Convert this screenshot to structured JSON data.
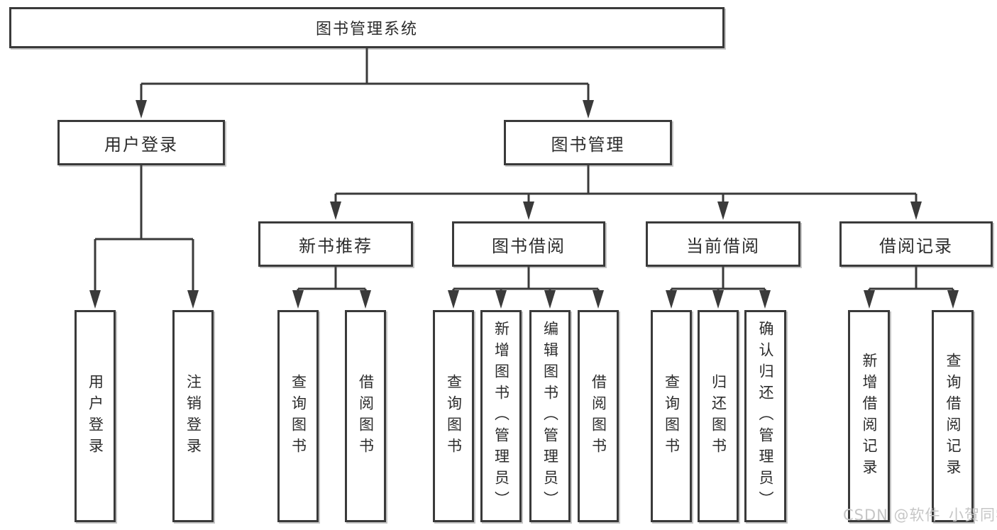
{
  "colors": {
    "box_border": "#3a3a3a",
    "connector": "#3a3a3a",
    "text": "#2c2c2c",
    "watermark": "#c6c6c6",
    "background": "#ffffff"
  },
  "tree": {
    "root": {
      "label": "图书管理系统"
    },
    "branches": [
      {
        "label": "用户登录",
        "children": [
          {
            "label": "用户登录"
          },
          {
            "label": "注销登录"
          }
        ]
      },
      {
        "label": "图书管理",
        "children": [
          {
            "label": "新书推荐",
            "children": [
              {
                "label": "查询图书"
              },
              {
                "label": "借阅图书"
              }
            ]
          },
          {
            "label": "图书借阅",
            "children": [
              {
                "label": "查询图书"
              },
              {
                "label": "新增图书（管理员）"
              },
              {
                "label": "编辑图书（管理员）"
              },
              {
                "label": "借阅图书"
              }
            ]
          },
          {
            "label": "当前借阅",
            "children": [
              {
                "label": "查询图书"
              },
              {
                "label": "归还图书"
              },
              {
                "label": "确认归还（管理员）"
              }
            ]
          },
          {
            "label": "借阅记录",
            "children": [
              {
                "label": "新增借阅记录"
              },
              {
                "label": "查询借阅记录"
              }
            ]
          }
        ]
      }
    ]
  },
  "watermark": {
    "text": "CSDN @软件_小贺同学"
  }
}
